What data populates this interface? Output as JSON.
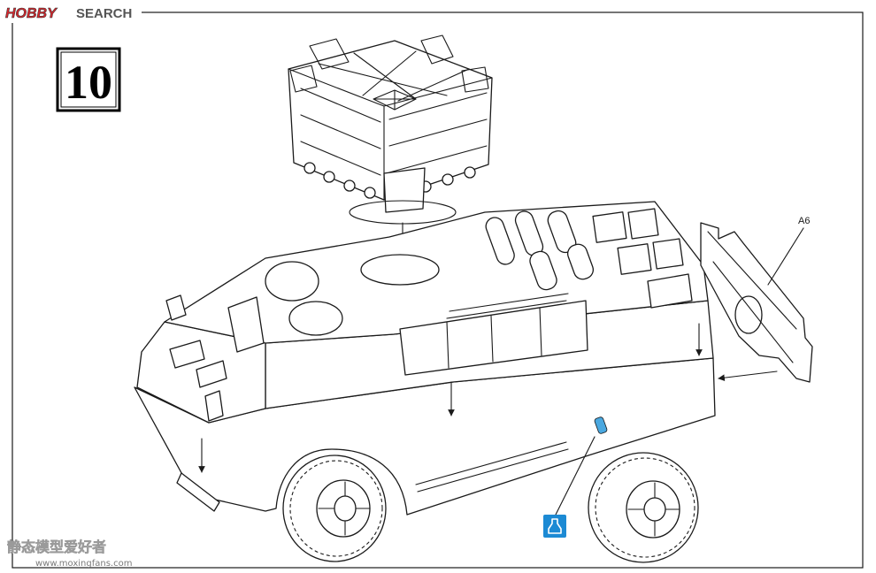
{
  "header": {
    "logo_brand": "HOBBY",
    "logo_word": "SEARCH"
  },
  "step": {
    "number": "10"
  },
  "parts": {
    "plate_label": "A6"
  },
  "footer_watermark": {
    "title": "静态模型爱好者",
    "url": "www.moxingfans.com"
  },
  "icons": {
    "glue": "cement-glue-icon",
    "rotate": "rotate-arrow-icon",
    "direction": "arrow-icon"
  },
  "colors": {
    "line": "#1a1a1a",
    "glue_icon": "#1c8ad4",
    "glue_part": "#4aa8e0",
    "logo_red": "#d8252b"
  }
}
